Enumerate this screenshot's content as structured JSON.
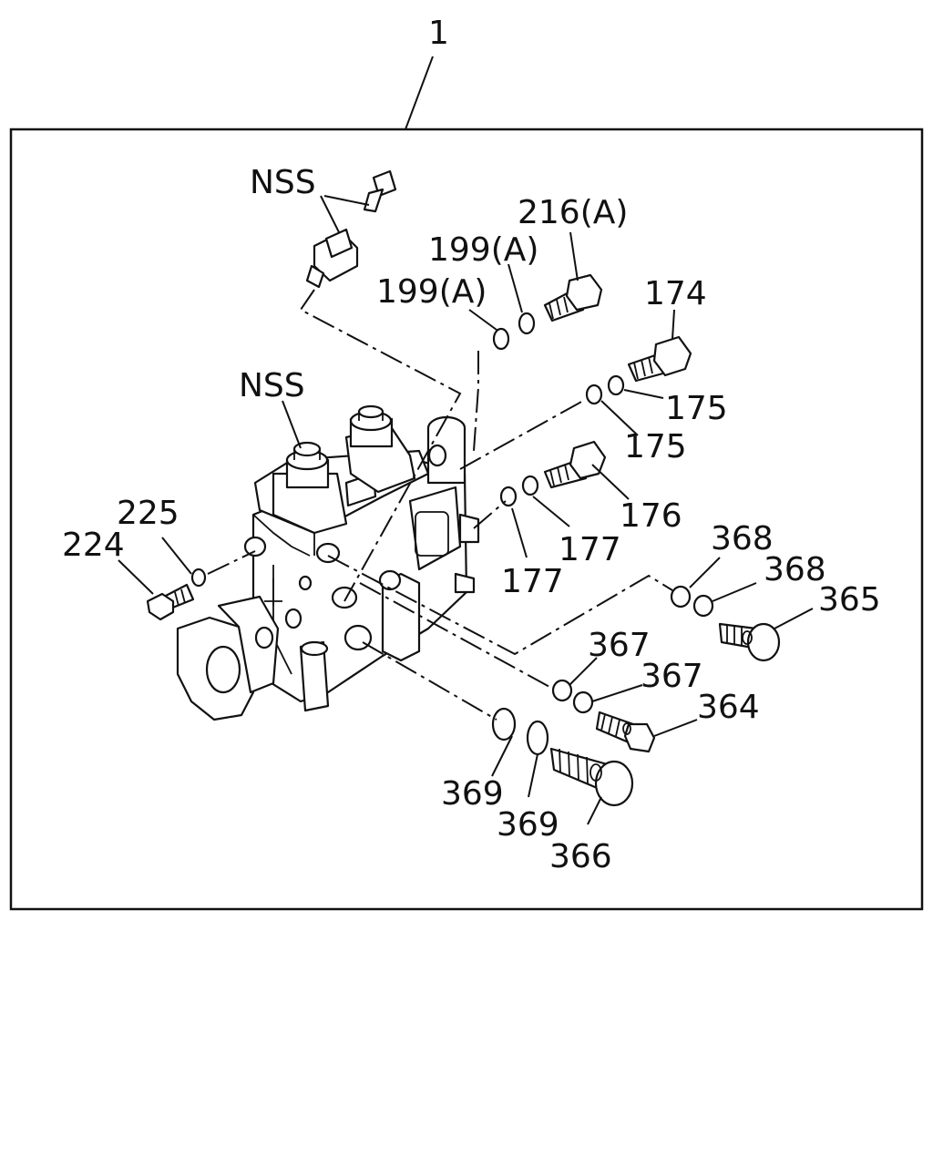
{
  "labels": {
    "assembly": "1",
    "nss_sensor": "NSS",
    "nss_pump": "NSS",
    "p216a": "216(A)",
    "p199a_1": "199(A)",
    "p199a_2": "199(A)",
    "p174": "174",
    "p175_1": "175",
    "p175_2": "175",
    "p176": "176",
    "p177_1": "177",
    "p177_2": "177",
    "p225": "225",
    "p224": "224",
    "p368_1": "368",
    "p368_2": "368",
    "p365": "365",
    "p367_1": "367",
    "p367_2": "367",
    "p364": "364",
    "p369_1": "369",
    "p369_2": "369",
    "p366": "366"
  }
}
